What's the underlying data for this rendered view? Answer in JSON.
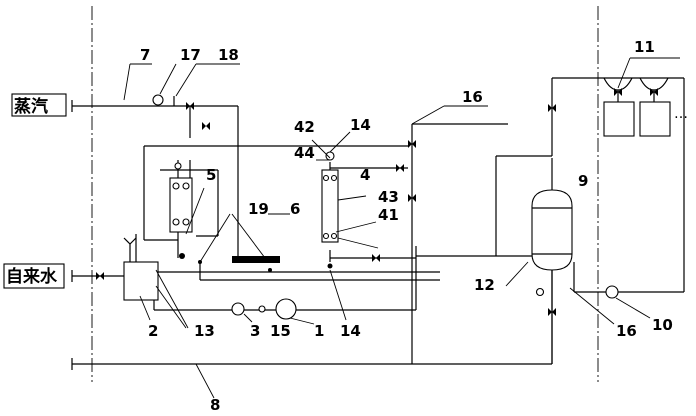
{
  "source_labels": {
    "steam": "蒸汽",
    "tap_water": "自来水"
  },
  "ellipsis": "…",
  "callouts": {
    "n1": "1",
    "n2": "2",
    "n3": "3",
    "n4": "4",
    "n5": "5",
    "n6": "6",
    "n7": "7",
    "n8": "8",
    "n9": "9",
    "n10": "10",
    "n11": "11",
    "n12": "12",
    "n13": "13",
    "n14a": "14",
    "n14b": "14",
    "n15": "15",
    "n16a": "16",
    "n16b": "16",
    "n17": "17",
    "n18": "18",
    "n19": "19",
    "n41": "41",
    "n42": "42",
    "n43": "43",
    "n44": "44"
  }
}
